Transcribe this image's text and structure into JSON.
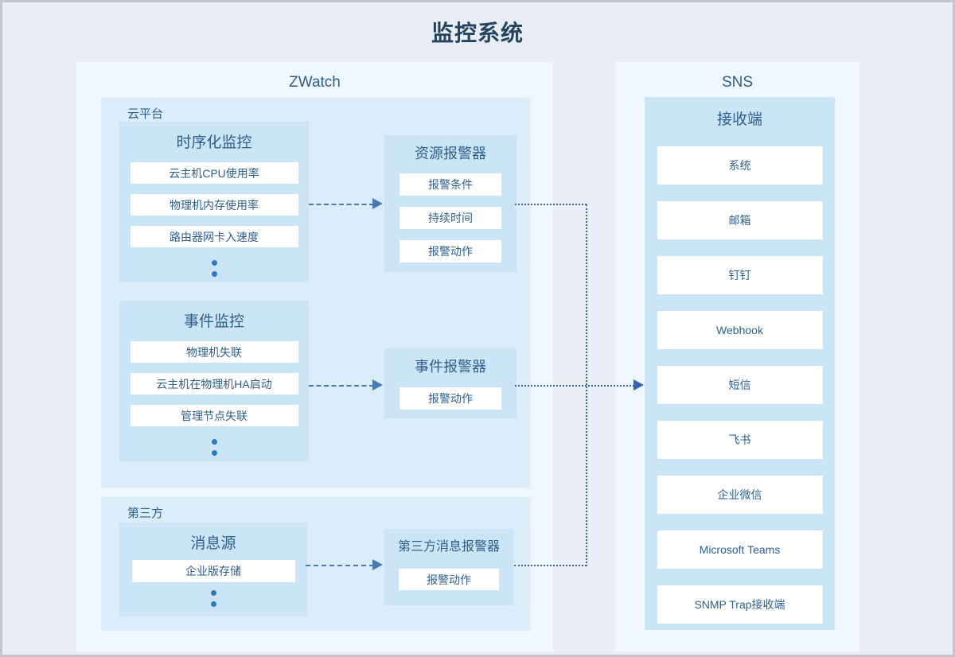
{
  "title": "监控系统",
  "zwatch": {
    "label": "ZWatch",
    "cloud_group": {
      "label": "云平台",
      "timeseries_monitor": {
        "title": "时序化监控",
        "items": [
          "云主机CPU使用率",
          "物理机内存使用率",
          "路由器网卡入速度"
        ]
      },
      "event_monitor": {
        "title": "事件监控",
        "items": [
          "物理机失联",
          "云主机在物理机HA启动",
          "管理节点失联"
        ]
      }
    },
    "third_party_group": {
      "label": "第三方",
      "message_source": {
        "title": "消息源",
        "items": [
          "企业版存储"
        ]
      }
    },
    "resource_alarm": {
      "title": "资源报警器",
      "items": [
        "报警条件",
        "持续时间",
        "报警动作"
      ]
    },
    "event_alarm": {
      "title": "事件报警器",
      "items": [
        "报警动作"
      ]
    },
    "third_party_alarm": {
      "title": "第三方消息报警器",
      "items": [
        "报警动作"
      ]
    }
  },
  "sns": {
    "label": "SNS",
    "receiver": {
      "title": "接收端",
      "items": [
        "系统",
        "邮箱",
        "钉钉",
        "Webhook",
        "短信",
        "飞书",
        "企业微信",
        "Microsoft Teams",
        "SNMP Trap接收端"
      ]
    }
  },
  "icons": {
    "ellipsis": "vertical two-dot continuation marker",
    "arrowhead": "solid right-pointing triangle"
  },
  "colors": {
    "title_text": "#24435f",
    "heading_text": "#2d5f8e",
    "item_text": "#2d5f8e",
    "page_bg": "#e9edf6",
    "panel_bg": "#f0f7fe",
    "container_bg": "#dcedfa",
    "box_bg": "#cbe5f7",
    "item_bg": "#ffffff",
    "dashed_arrow": "#4a7ab2",
    "dotted_line": "#3a64b0",
    "ellipsis_dot": "#2e78c6",
    "frame_border": "#c2c5ca"
  }
}
